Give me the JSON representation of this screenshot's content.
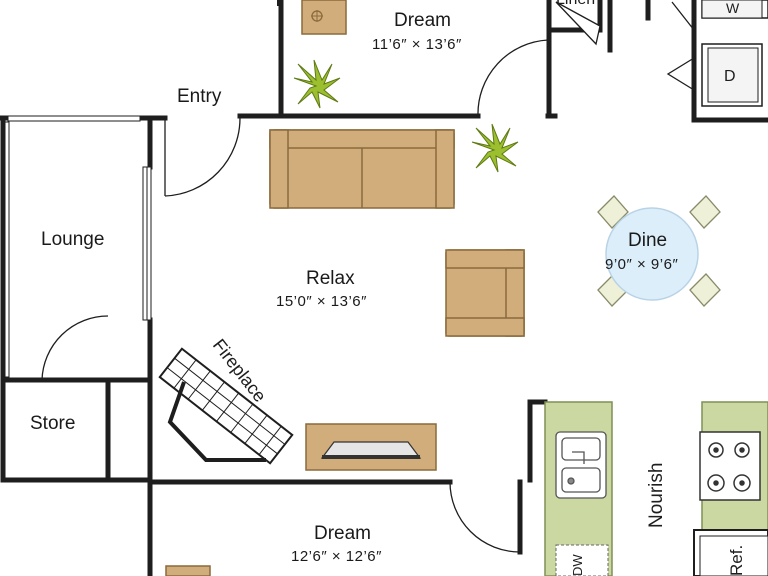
{
  "rooms": {
    "dream_top": {
      "name": "Dream",
      "dims": "11’6″ × 13’6″"
    },
    "entry": {
      "name": "Entry"
    },
    "lounge": {
      "name": "Lounge"
    },
    "relax": {
      "name": "Relax",
      "dims": "15’0″ × 13’6″"
    },
    "dine": {
      "name": "Dine",
      "dims": "9’0″ × 9’6″"
    },
    "store": {
      "name": "Store"
    },
    "fireplace": {
      "name": "Fireplace"
    },
    "nourish": {
      "name": "Nourish"
    },
    "dream_bottom": {
      "name": "Dream",
      "dims": "12’6″ × 12’6″"
    },
    "linen": {
      "name": "Linen"
    }
  },
  "appliances": {
    "washer": "W",
    "dryer": "D",
    "refrigerator": "Ref.",
    "dishwasher": "DW"
  },
  "colors": {
    "wall": "#1e1e1e",
    "furniture_fill": "#d1ad7b",
    "furniture_stroke": "#8a6a3c",
    "counter": "#cbd8a2",
    "table": "#dceefa",
    "plant": "#9bbf2f"
  }
}
